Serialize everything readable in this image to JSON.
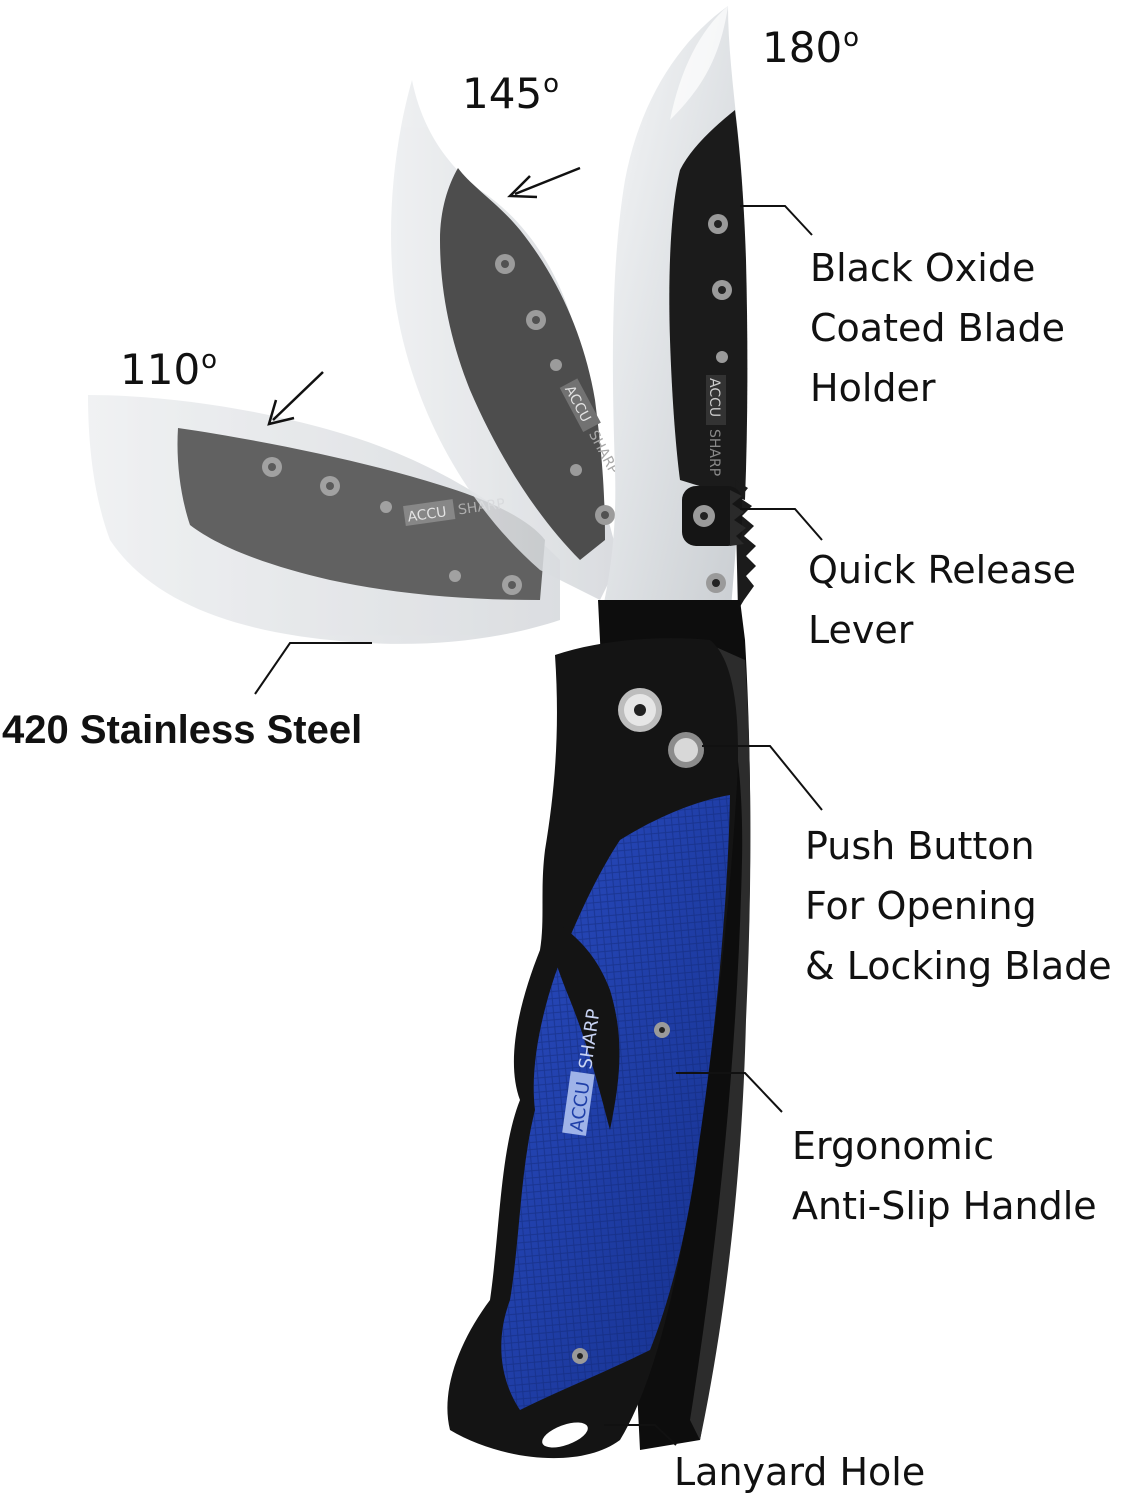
{
  "angles": {
    "a110": {
      "value": "110",
      "symbol": "o"
    },
    "a145": {
      "value": "145",
      "symbol": "o"
    },
    "a180": {
      "value": "180",
      "symbol": "o"
    }
  },
  "callouts": {
    "blade_holder": [
      "Black Oxide",
      "Coated Blade",
      "Holder"
    ],
    "release_lever": [
      "Quick Release",
      "Lever"
    ],
    "push_button": [
      "Push Button",
      "For Opening",
      "& Locking Blade"
    ],
    "handle": [
      "Ergonomic",
      "Anti-Slip Handle"
    ],
    "lanyard": [
      "Lanyard Hole"
    ],
    "steel": "420 Stainless Steel"
  },
  "brand": {
    "accu": "ACCU",
    "sharp": "SHARP"
  },
  "colors": {
    "handle_blue": "#1f3fa8",
    "handle_black": "#111111",
    "blade_silver": "#e4e6e8",
    "blade_holder": "#1a1a1a"
  },
  "icons": [
    "screw-icon",
    "arrow-icon",
    "leader-line"
  ]
}
